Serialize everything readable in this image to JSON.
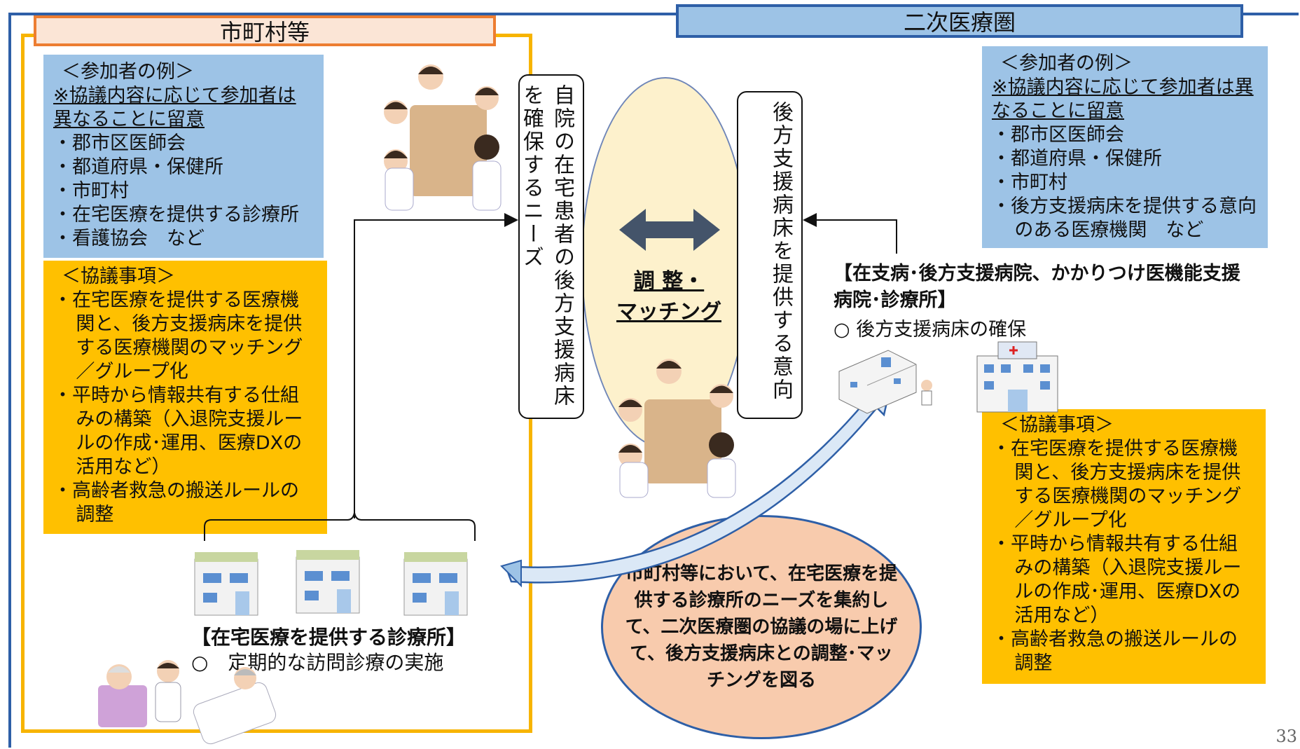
{
  "secondary_area": {
    "title": "二次医療圏"
  },
  "municipality": {
    "title": "市町村等"
  },
  "muni_participants": {
    "heading": "＜参加者の例＞",
    "note": "※協議内容に応じて参加者は異なることに留意",
    "items": [
      "・郡市区医師会",
      "・都道府県・保健所",
      "・市町村",
      "・在宅医療を提供する診療所",
      "・看護協会　など"
    ]
  },
  "muni_topics": {
    "heading": "＜協議事項＞",
    "items": [
      "・在宅医療を提供する医療機関と、後方支援病床を提供する医療機関のマッチング／グループ化",
      "・平時から情報共有する仕組みの構築（入退院支援ルールの作成･運用、医療DXの活用など）",
      "・高齢者救急の搬送ルールの調整"
    ]
  },
  "secondary_participants": {
    "heading": "＜参加者の例＞",
    "note": "※協議内容に応じて参加者は異なることに留意",
    "items": [
      "・郡市区医師会",
      "・都道府県・保健所",
      "・市町村",
      "・後方支援病床を提供する意向のある医療機関　など"
    ]
  },
  "secondary_topics": {
    "heading": "＜協議事項＞",
    "items": [
      "・在宅医療を提供する医療機関と、後方支援病床を提供する医療機関のマッチング／グループ化",
      "・平時から情報共有する仕組みの構築（入退院支援ルールの作成･運用、医療DXの活用など）",
      "・高齢者救急の搬送ルールの調整"
    ]
  },
  "needs_box": {
    "text": "自院の在宅患者の後方支援病床を確保するニーズ"
  },
  "intent_box": {
    "text": "後方支援病床を提供する意向"
  },
  "matching": {
    "line1": "調 整・",
    "line2": "マッチング"
  },
  "hospital": {
    "title": "【在支病･後方支援病院、かかりつけ医機能支援病院･診療所】",
    "item": "○ 後方支援病床の確保"
  },
  "clinic": {
    "title": "【在宅医療を提供する診療所】",
    "item": "○　定期的な訪問診療の実施"
  },
  "summary": {
    "text": "市町村等において、在宅医療を提供する診療所のニーズを集約して、二次医療圏の協議の場に上げて、後方支援病床との調整･マッチングを図る"
  },
  "page": {
    "number": "33"
  },
  "colors": {
    "blue": "#9dc3e6",
    "yellow": "#ffc000",
    "border_blue": "#2e5fa7",
    "orange": "#ed7d31",
    "pink": "#f8cbad",
    "ellipse": "#fdf1cc"
  }
}
